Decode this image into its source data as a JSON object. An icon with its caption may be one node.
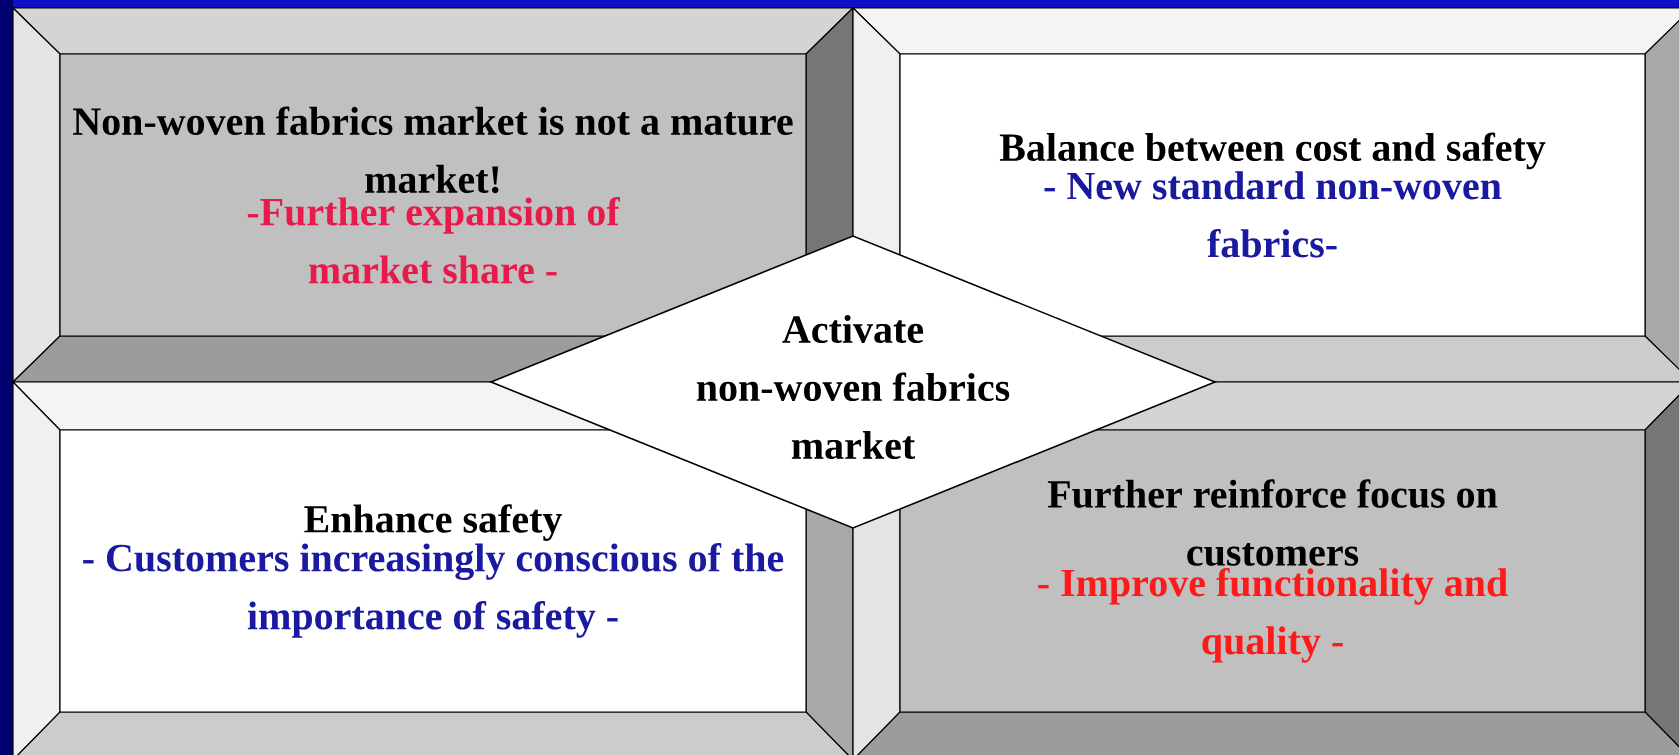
{
  "diagram": {
    "nodes": [
      {
        "text": [
          "Non-woven fabrics market is not a mature market!",
          "-Further expansion of market share -"
        ]
      },
      {
        "text": [
          "Balance between cost and safety",
          "- New standard non-woven fabrics-"
        ]
      },
      {
        "text": [
          "Activate non-woven fabrics market"
        ]
      },
      {
        "text": [
          "Enhance safety",
          "- Customers increasingly conscious of the importance of safety -"
        ]
      },
      {
        "text": [
          "Further reinforce focus on customers",
          "- Improve functionality and quality -"
        ]
      }
    ]
  }
}
